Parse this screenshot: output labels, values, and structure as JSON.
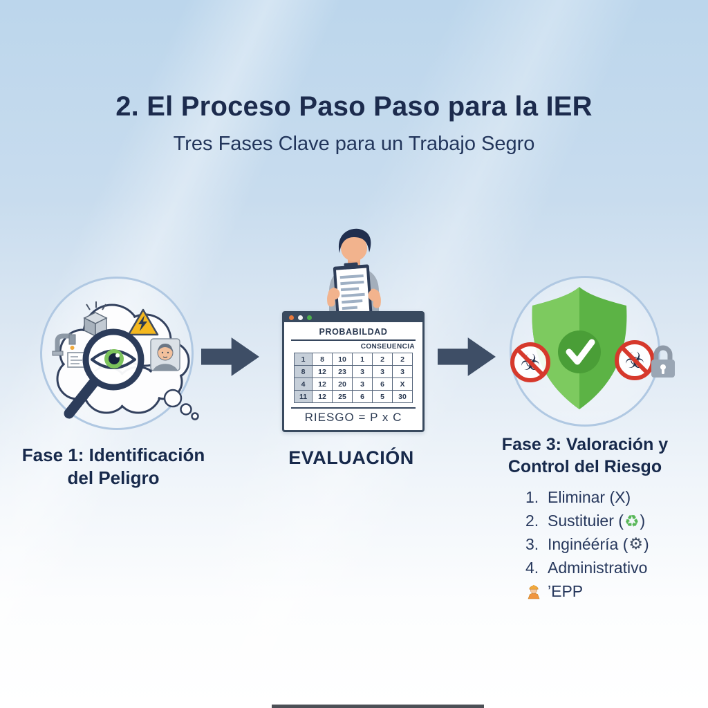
{
  "header": {
    "title": "2. El Proceso Paso Paso para la IER",
    "subtitle": "Tres Fases Clave para un Trabajo Segro"
  },
  "phase1": {
    "label_line1": "Fase 1: Identificación",
    "label_line2": "del Peligro",
    "icons": [
      "thought-cloud-icon",
      "magnifier-eye-icon",
      "hazard-box-icon",
      "electric-danger-triangle-icon",
      "machine-hazard-icon",
      "worker-face-icon",
      "thought-bubbles-icon"
    ]
  },
  "phase2": {
    "label": "EVALUACIÓN",
    "person_icon": "inspector-with-clipboard-icon",
    "window": {
      "probability_header": "PROBABILDAD",
      "consequence_header": "CONSEUENCIA",
      "matrix_rows": [
        [
          "1",
          "8",
          "10",
          "1",
          "2",
          "2"
        ],
        [
          "8",
          "12",
          "23",
          "3",
          "3",
          "3"
        ],
        [
          "4",
          "12",
          "20",
          "3",
          "6",
          "X"
        ],
        [
          "11",
          "12",
          "25",
          "6",
          "5",
          "30"
        ]
      ],
      "formula": "RIESGO = P x C"
    }
  },
  "phase3": {
    "label_line1": "Fase 3: Valoración y",
    "label_line2": "Control del Riesgo",
    "icons": [
      "shield-check-icon",
      "no-biohazard-icon",
      "no-biohazard-icon",
      "padlock-icon"
    ],
    "controls": [
      {
        "num": "1.",
        "pre": "Eliminar (X)",
        "icon": "",
        "post": ""
      },
      {
        "num": "2.",
        "pre": "Sustituier (",
        "icon": "recycle-icon",
        "post": ")"
      },
      {
        "num": "3.",
        "pre": "Inginééría (",
        "icon": "gear-icon",
        "post": ")"
      },
      {
        "num": "4.",
        "pre": "Administrativo",
        "icon": "",
        "post": ""
      },
      {
        "num": "",
        "pre": "",
        "icon": "worker-icon",
        "post": "’EPP"
      }
    ]
  },
  "icon_glyphs": {
    "recycle-icon": "♻",
    "gear-icon": "⚙",
    "biohazard-icon": "☣"
  },
  "colors": {
    "background_top": "#bcd6ec",
    "title_navy": "#1c2b4d",
    "arrow": "#3e4e66",
    "ring_blue": "#b0c8e2",
    "shield_green_light": "#7dca5f",
    "shield_green_dark": "#5cb345",
    "check_circle_green": "#4a9e37",
    "prohibition_red": "#d6392c",
    "warning_yellow": "#f5b81e",
    "window_frame": "#394a5f",
    "matrix_header_col": "#c6cfd9",
    "eye_iris_green": "#7cc35c",
    "dot_orange": "#e87a3e",
    "dot_green": "#4cae4c",
    "padlock_gray": "#9aa6b4",
    "skin": "#f2b38d"
  }
}
